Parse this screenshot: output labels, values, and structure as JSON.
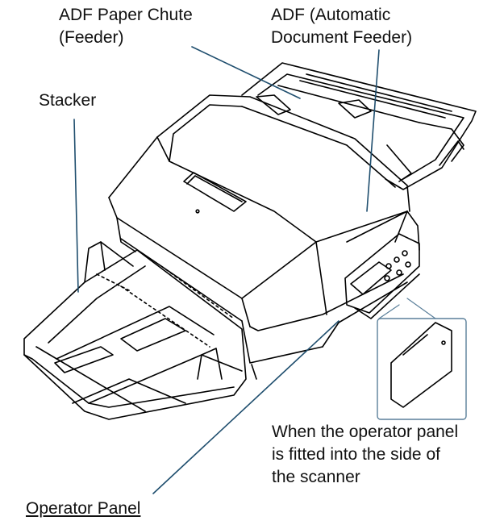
{
  "labels": {
    "adf_chute": [
      "ADF Paper Chute",
      "(Feeder)"
    ],
    "adf": [
      "ADF (Automatic",
      "Document Feeder)"
    ],
    "stacker": [
      "Stacker"
    ],
    "panel_note": [
      "When the operator panel",
      "is fitted into the side of",
      "the scanner"
    ],
    "operator_panel": [
      "Operator Panel"
    ]
  },
  "colors": {
    "outline": "#000000",
    "leader": "#1f4e6e",
    "inset_frame": "#5a7f9a"
  },
  "icons": [
    "scanner-illustration",
    "operator-panel-icon",
    "lcd-screen-icon"
  ]
}
